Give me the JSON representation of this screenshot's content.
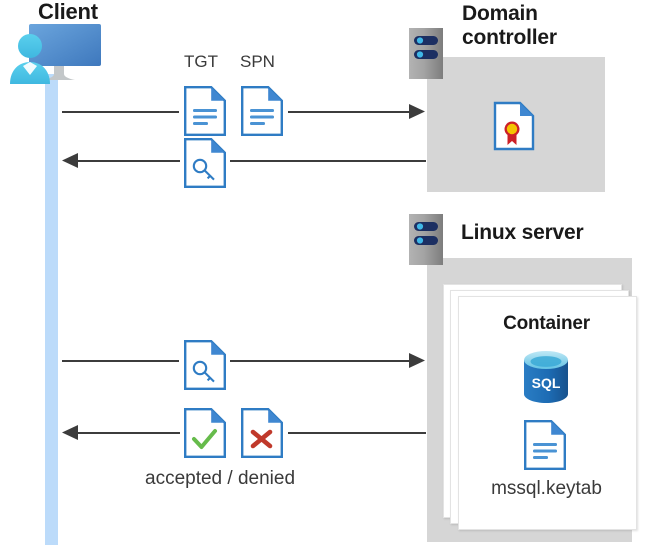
{
  "diagram": {
    "title_client": "Client",
    "title_domain_controller_line1": "Domain",
    "title_domain_controller_line2": "controller",
    "title_linux_server": "Linux server",
    "title_container": "Container",
    "label_tgt": "TGT",
    "label_spn": "SPN",
    "label_result": "accepted / denied",
    "label_keytab": "mssql.keytab",
    "label_sql": "SQL"
  },
  "icons": {
    "client": "client-workstation-icon",
    "server_rack_dc": "server-rack-icon",
    "server_rack_linux": "server-rack-icon",
    "doc_tgt": "document-lines-icon",
    "doc_spn": "document-lines-icon",
    "doc_key_top": "document-key-icon",
    "doc_key_bottom": "document-key-icon",
    "doc_accepted": "document-check-icon",
    "doc_denied": "document-cross-icon",
    "doc_certificate": "document-certificate-icon",
    "doc_keytab": "document-lines-icon",
    "db_sql": "sql-database-icon"
  },
  "arrows": [
    {
      "name": "client-to-dc-request",
      "direction": "right"
    },
    {
      "name": "dc-to-client-ticket",
      "direction": "left"
    },
    {
      "name": "client-to-linux-request",
      "direction": "right"
    },
    {
      "name": "linux-to-client-response",
      "direction": "left"
    }
  ],
  "colors": {
    "panel_gray": "#d6d6d6",
    "lifeline_blue": "#bcdbfa",
    "doc_blue": "#2f7cc4",
    "doc_fold_blue": "#3f87d1",
    "accent_blue": "#1f6fb8",
    "sql_blue": "#1d72bb",
    "check_green": "#66bb4b",
    "cross_red": "#c0392b",
    "cert_gold": "#f5c400",
    "cert_red": "#cc2027",
    "rack_gray": "#9a9a9a",
    "rack_navy": "#1c2f62",
    "rack_dot": "#3fb8e8",
    "line_dark": "#3c3c3c",
    "text_dark": "#1a1a1a",
    "text_gray": "#3a3a3a"
  }
}
